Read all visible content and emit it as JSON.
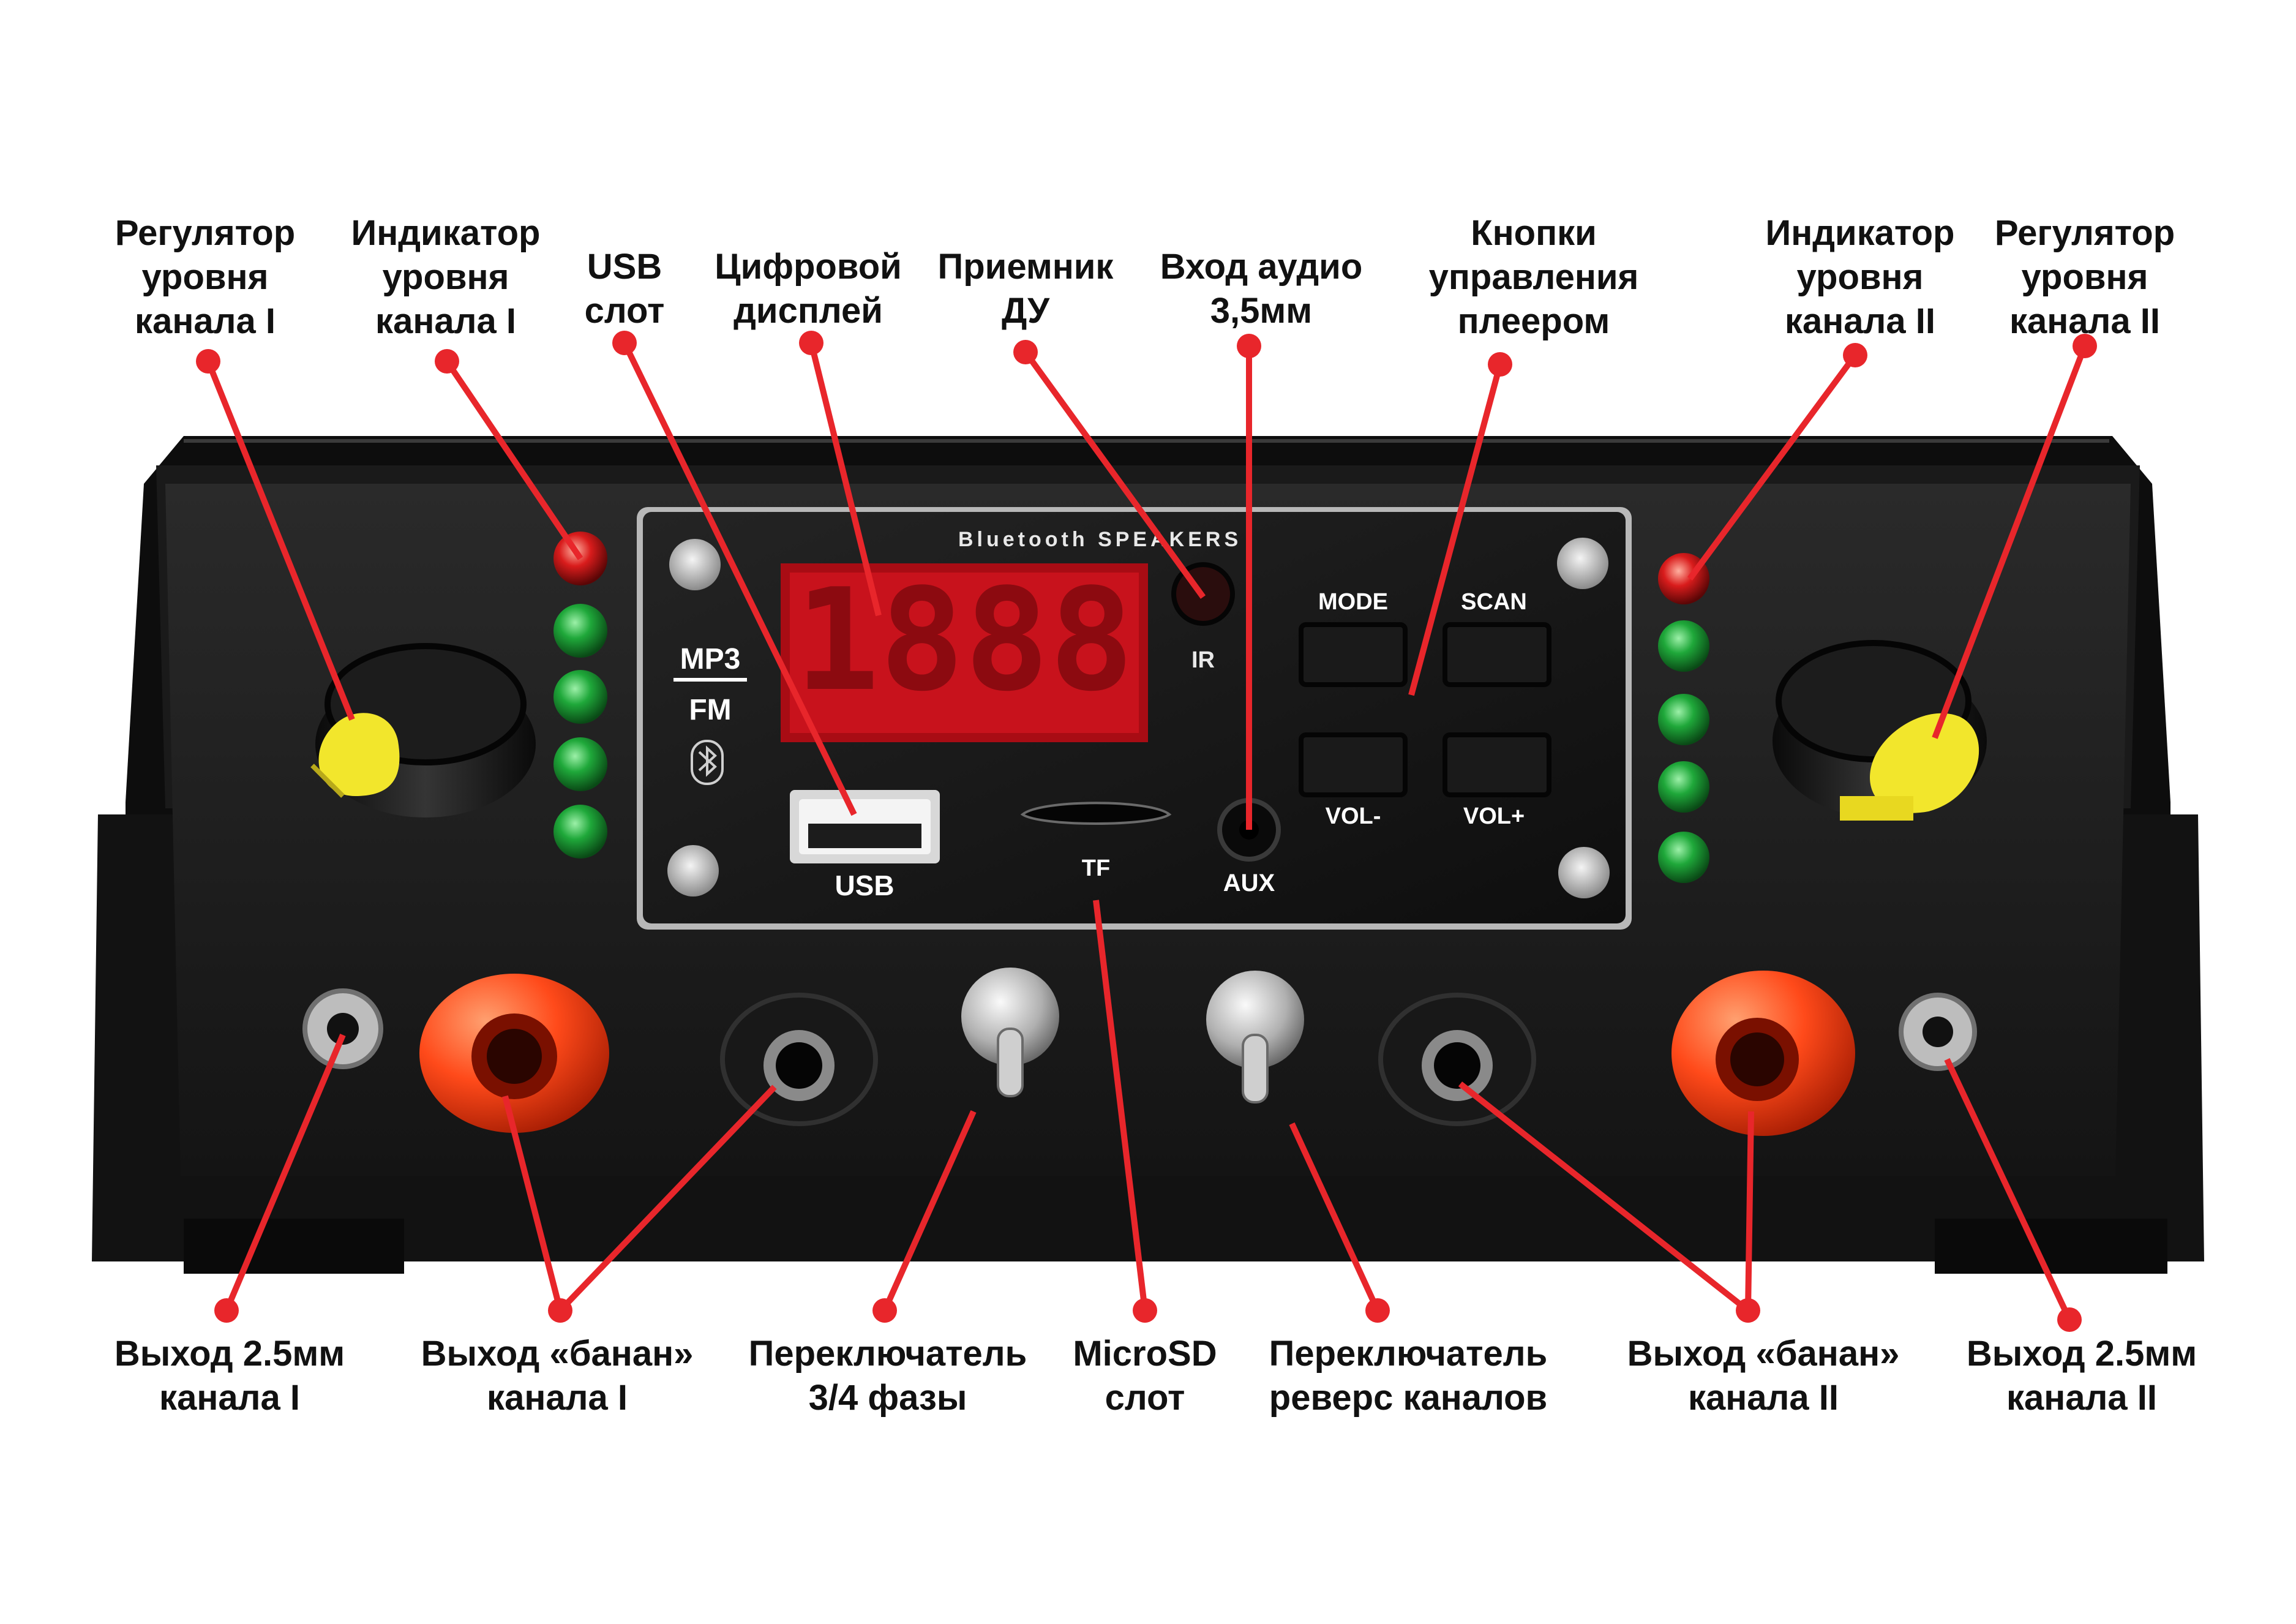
{
  "callouts": {
    "level_ch1": [
      "Регулятор",
      "уровня",
      "канала I"
    ],
    "indicator_ch1": [
      "Индикатор",
      "уровня",
      "канала I"
    ],
    "usb": [
      "USB",
      "слот"
    ],
    "display": [
      "Цифровой",
      "дисплей"
    ],
    "ir": [
      "Приемник",
      "ДУ"
    ],
    "aux": [
      "Вход аудио",
      "3,5мм"
    ],
    "buttons": [
      "Кнопки",
      "управления",
      "плеером"
    ],
    "indicator_ch2": [
      "Индикатор",
      "уровня",
      "канала II"
    ],
    "level_ch2": [
      "Регулятор",
      "уровня",
      "канала II"
    ],
    "out25_ch1": [
      "Выход 2.5мм",
      "канала I"
    ],
    "banana_ch1": [
      "Выход «банан»",
      "канала I"
    ],
    "phase_switch": [
      "Переключатель",
      "3/4 фазы"
    ],
    "microsd": [
      "MicroSD",
      "слот"
    ],
    "reverse_switch": [
      "Переключатель",
      "реверс каналов"
    ],
    "banana_ch2": [
      "Выход «банан»",
      "канала II"
    ],
    "out25_ch2": [
      "Выход 2.5мм",
      "канала II"
    ]
  },
  "module": {
    "brand": "Bluetooth SPEAKERS",
    "mp3": "MP3",
    "fm": "FM",
    "display_digits": "1888",
    "ir": "IR",
    "btn_mode": "MODE",
    "btn_scan": "SCAN",
    "btn_vol_minus": "VOL-",
    "btn_vol_plus": "VOL+",
    "usb": "USB",
    "tf": "TF",
    "aux": "AUX"
  },
  "colors": {
    "callout_line": "#e8262b",
    "panel": "#1c1c1c",
    "display": "#d0101a",
    "led_green": "#1fa83a",
    "led_red": "#d91c1c",
    "knob_cap": "#f2e62c",
    "banana_red": "#ff4a1a"
  }
}
